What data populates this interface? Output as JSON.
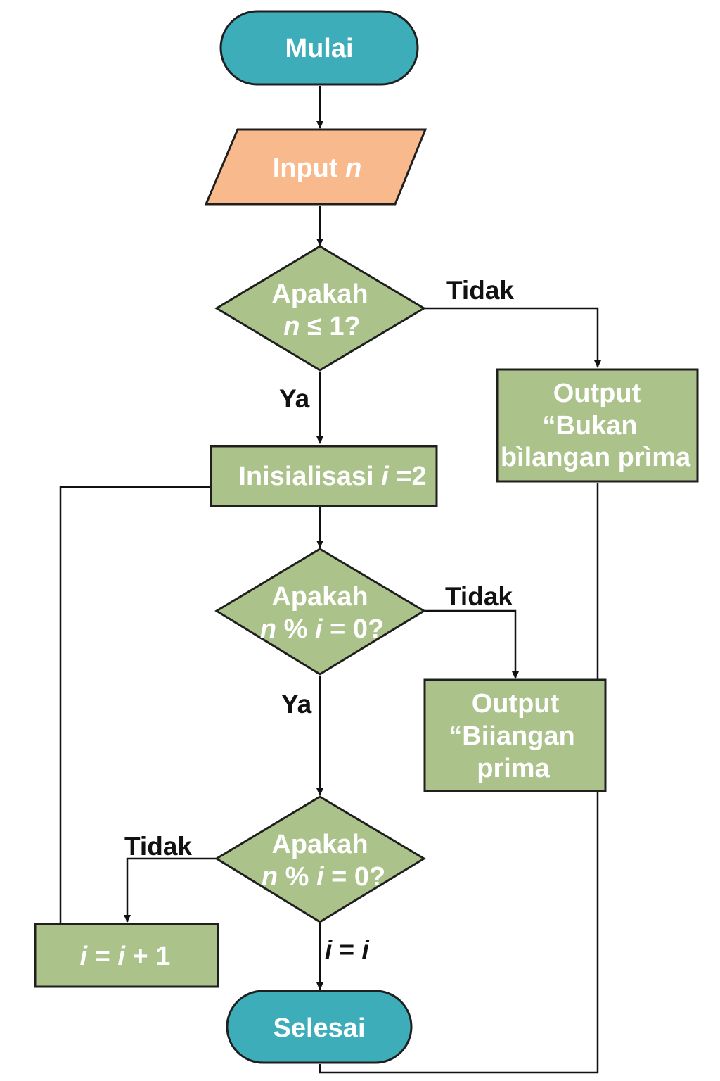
{
  "colors": {
    "terminal": "#3cadb9",
    "input": "#f8b98c",
    "process": "#abc28b",
    "text": "#ffffff",
    "line": "#111111"
  },
  "nodes": {
    "start": {
      "label": "Mulai"
    },
    "input": {
      "prefix": "Input ",
      "var": "n"
    },
    "decision1": {
      "line1": "Apakah",
      "var": "n",
      "rest": " ≤ 1?"
    },
    "output_not_prime": {
      "line1": "Output",
      "line2": "“Bukan",
      "line3": "bìlangan prìma"
    },
    "init": {
      "prefix": "Inisialisasi ",
      "var": "i",
      "rest": " =2"
    },
    "decision2": {
      "line1": "Apakah",
      "var1": "n",
      "mid": " % ",
      "var2": "i",
      "rest": " = 0?"
    },
    "output_prime": {
      "line1": "Output",
      "line2": "“Biiangan",
      "line3": "prima"
    },
    "decision3": {
      "line1": "Apakah",
      "var1": "n",
      "mid": " % ",
      "var2": "i",
      "rest": " = 0?"
    },
    "increment": {
      "var1": "i",
      "mid": " = ",
      "var2": "i",
      "rest": " + 1"
    },
    "end": {
      "label": "Selesai"
    }
  },
  "edge_labels": {
    "d1_no": "Tidak",
    "d1_yes": "Ya",
    "d2_no": "Tidak",
    "d2_yes": "Ya",
    "d3_no": "Tidak",
    "d3_yes": {
      "var1": "i",
      "mid": " = ",
      "var2": "i"
    }
  }
}
